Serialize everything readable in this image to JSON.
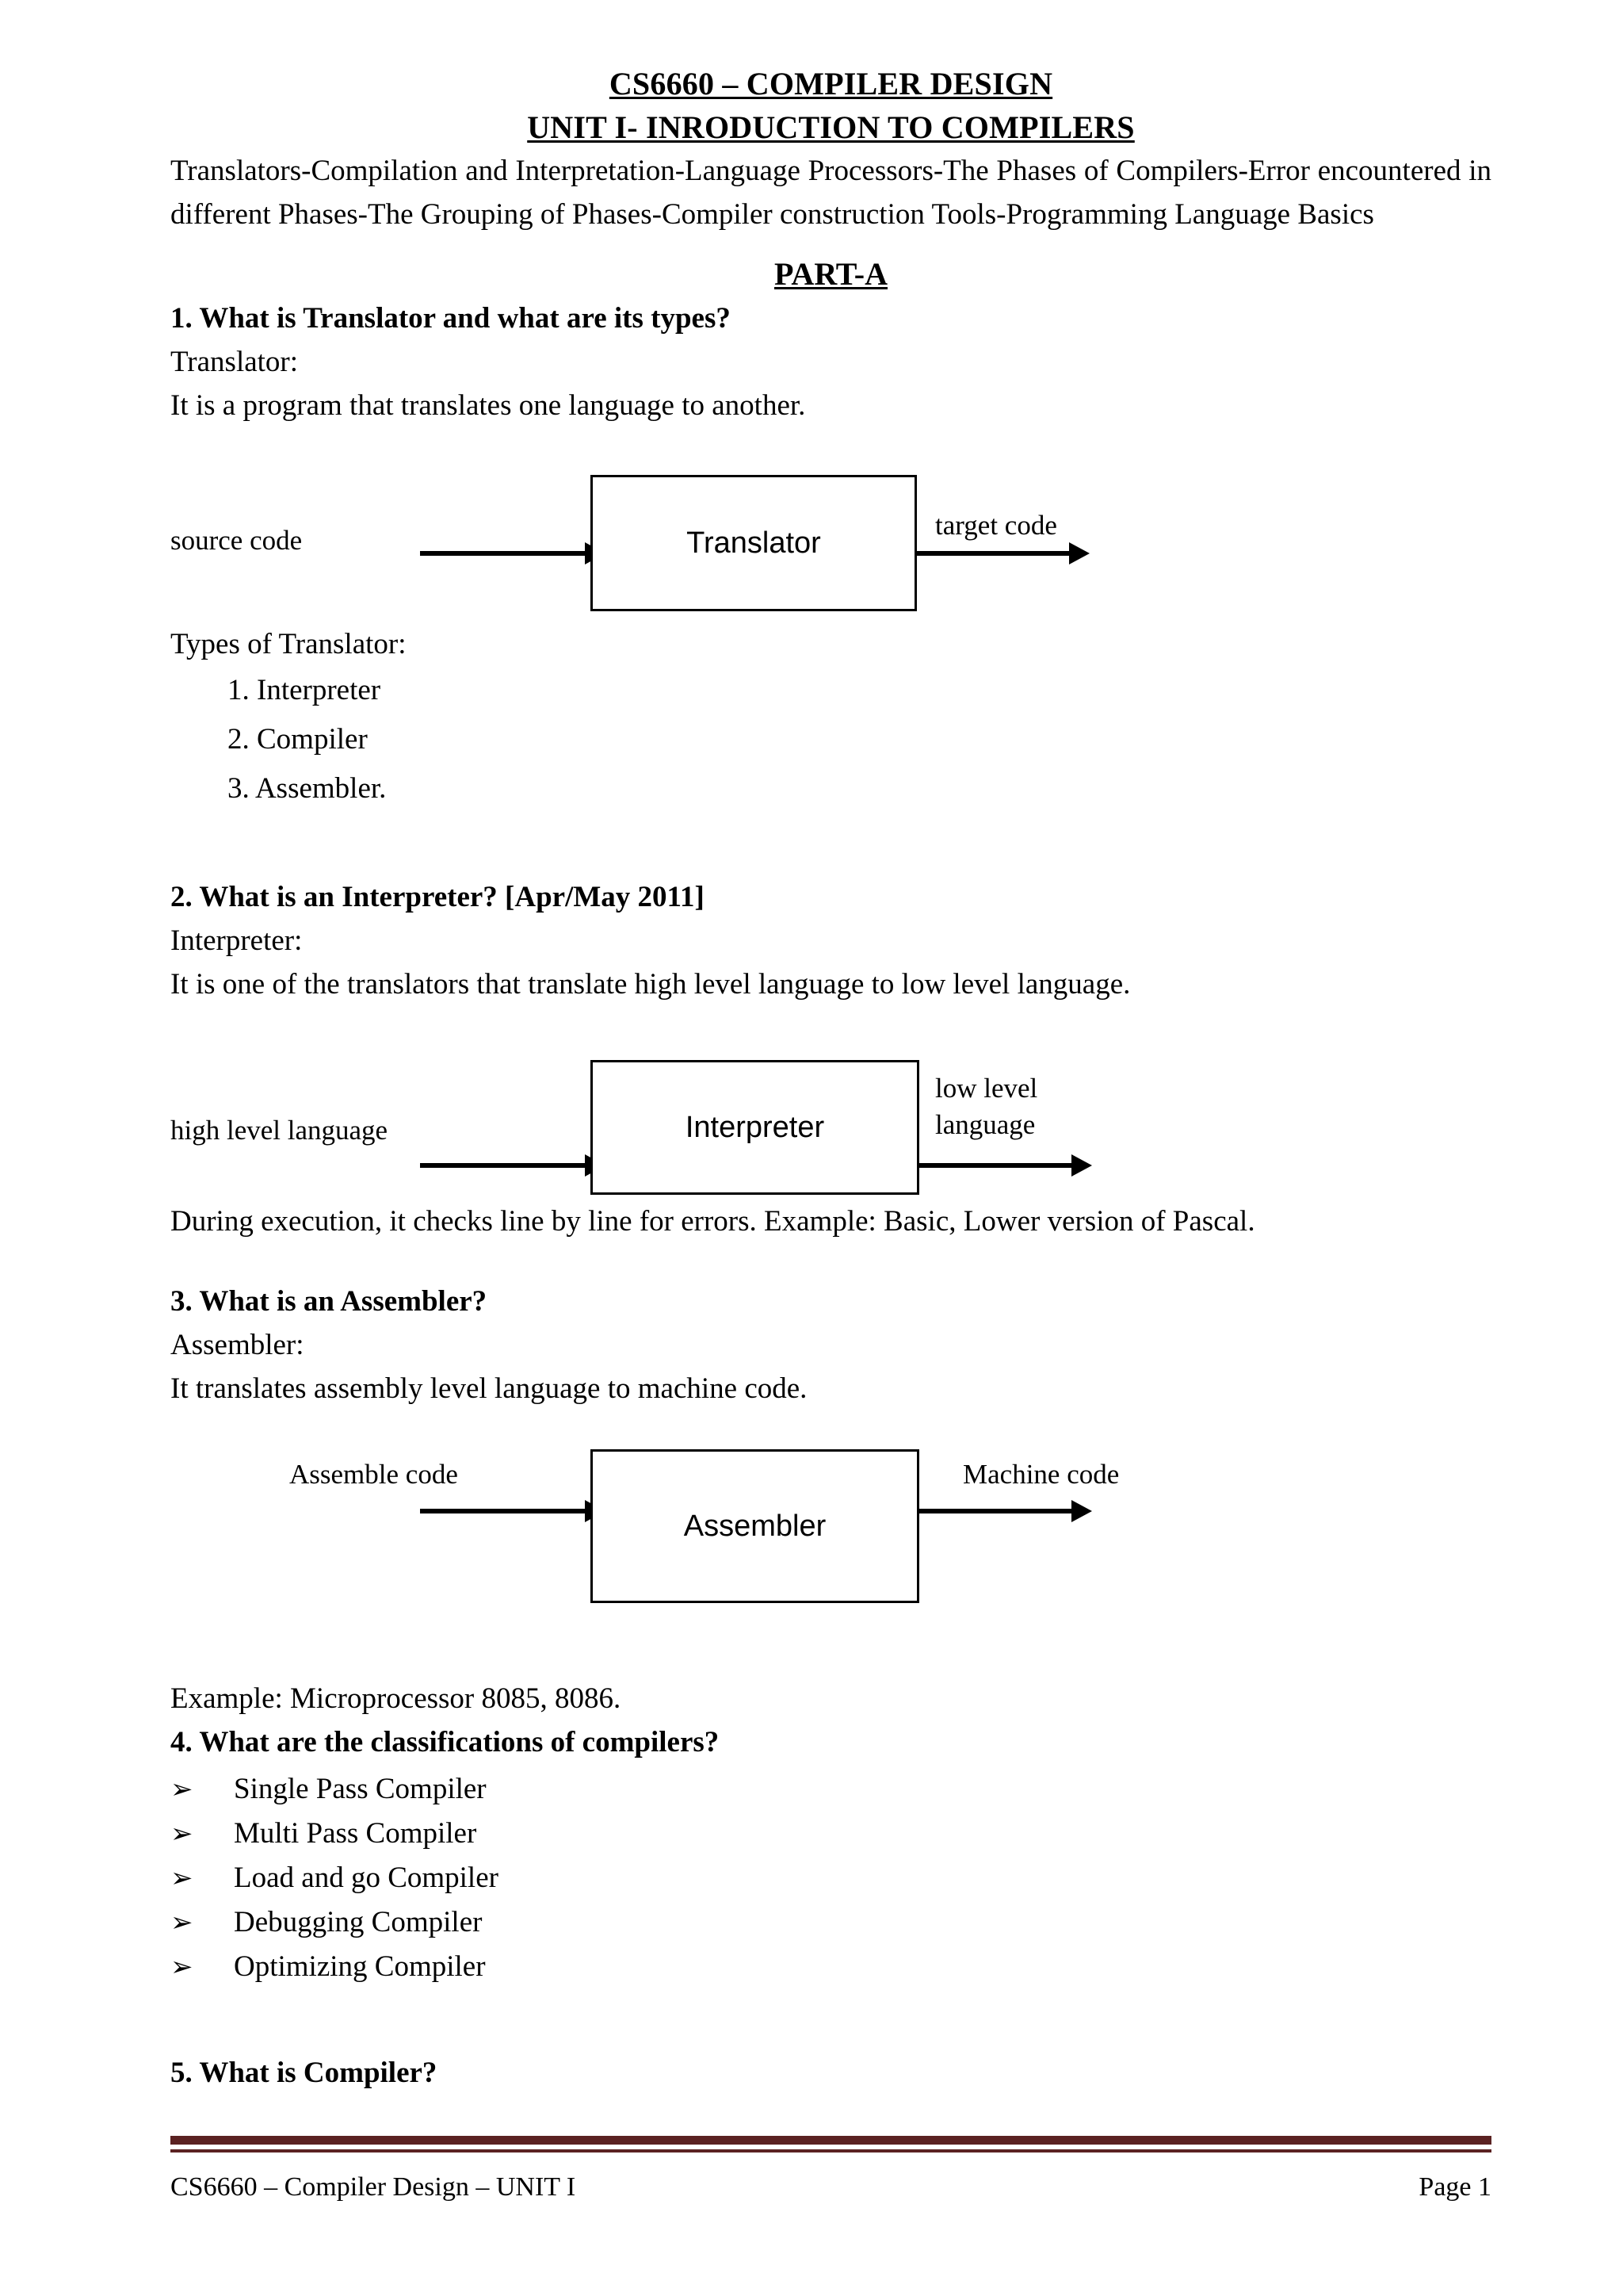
{
  "document": {
    "title": "CS6660 – COMPILER DESIGN",
    "unit_title": "UNIT I- INRODUCTION TO COMPILERS",
    "syllabus": "Translators-Compilation and Interpretation-Language Processors-The Phases of Compilers-Error encountered in different Phases-The Grouping of Phases-Compiler construction Tools-Programming Language Basics",
    "part_heading": "PART-A"
  },
  "q1": {
    "heading": "1. What is Translator and what are its types?",
    "term": "Translator:",
    "definition": "It is a program that translates one language to another.",
    "types_heading": "Types of Translator:",
    "types": [
      "1. Interpreter",
      "2. Compiler",
      "3. Assembler."
    ],
    "diagram": {
      "input_label": "source code",
      "box_label": "Translator",
      "output_label": "target code"
    }
  },
  "q2": {
    "heading": "2. What is an Interpreter? [Apr/May 2011]",
    "term": "Interpreter:",
    "definition": "It  is  one of the translators that translate high level language to low level language.",
    "note": "During execution, it checks line by line for errors. Example: Basic, Lower version of Pascal.",
    "diagram": {
      "input_label": "high level  language",
      "box_label": "Interpreter",
      "output_label": "low level\nlanguage"
    }
  },
  "q3": {
    "heading": "3. What is an Assembler?",
    "term": "Assembler:",
    "definition": "It translates assembly level language to machine code.",
    "example": "Example: Microprocessor 8085, 8086.",
    "diagram": {
      "input_label": "Assemble code",
      "box_label": "Assembler",
      "output_label": "Machine code"
    }
  },
  "q4": {
    "heading": "4. What are the classifications of compilers?",
    "bullet_glyph": "➢",
    "items": [
      "Single Pass Compiler",
      "Multi Pass Compiler",
      "Load and go Compiler",
      "Debugging Compiler",
      "Optimizing Compiler"
    ]
  },
  "q5": {
    "heading": "5. What is Compiler?"
  },
  "footer": {
    "left": "CS6660 – Compiler Design – UNIT I",
    "right": "Page 1",
    "rule_color": "#5b2222"
  }
}
